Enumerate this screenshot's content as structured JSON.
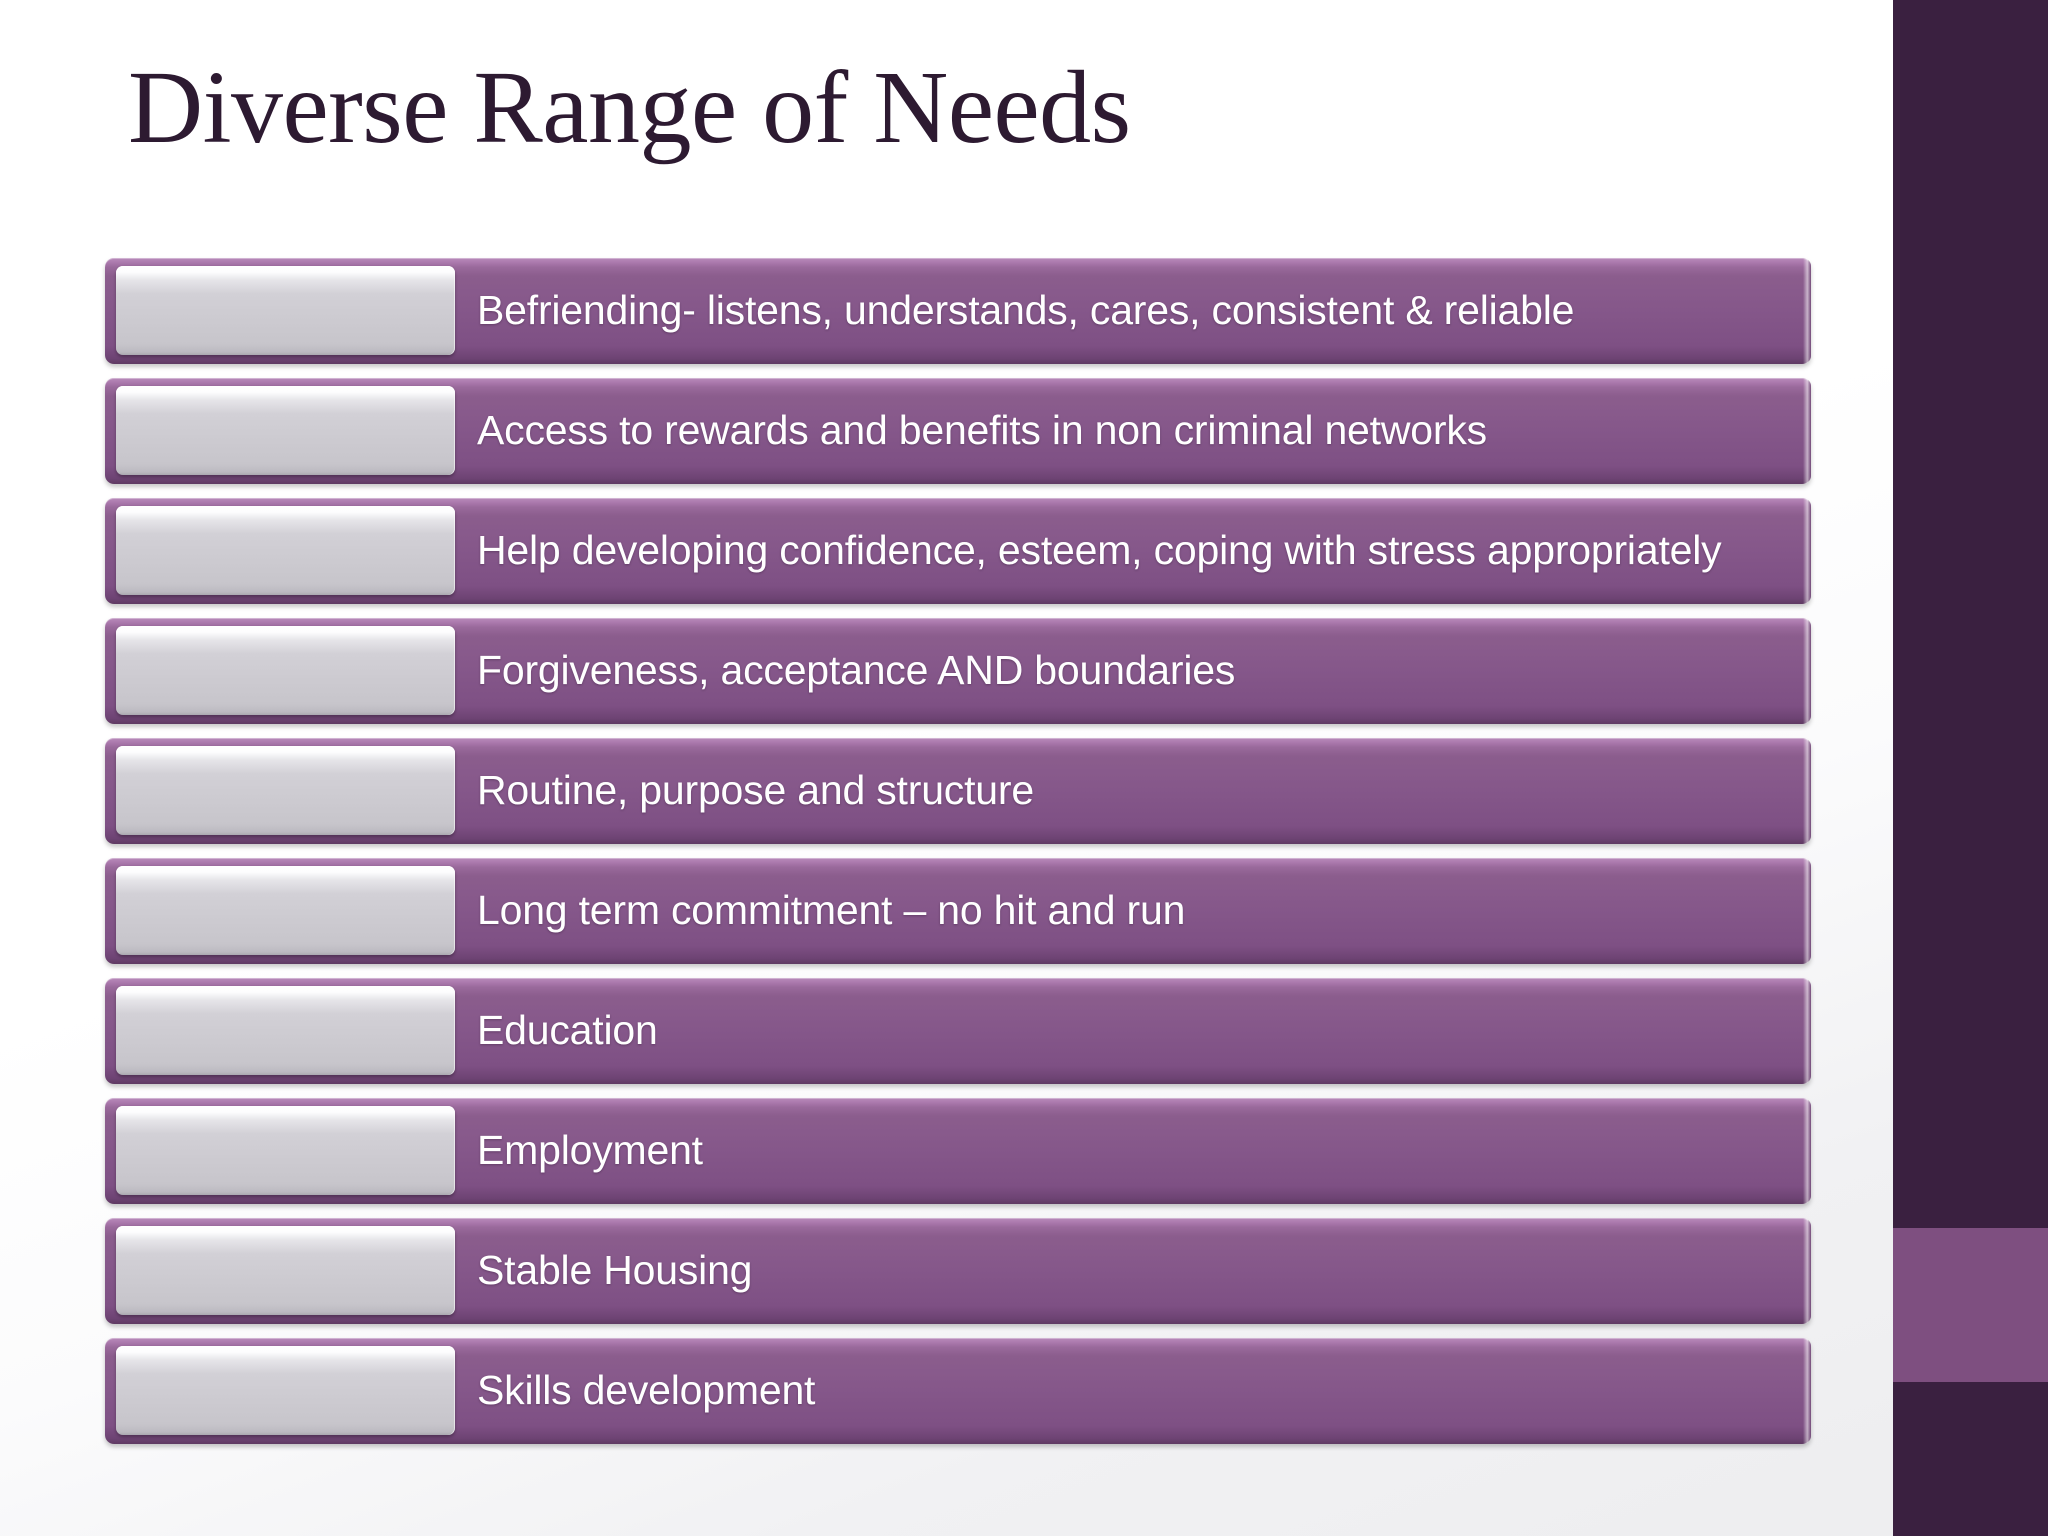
{
  "slide": {
    "title": "Diverse Range of Needs",
    "colors": {
      "title_text": "#2d1a31",
      "bar_fill": "#85578a",
      "bar_highlight": "#b98bbb",
      "bar_shadow": "#5f3a63",
      "chip_fill": "#cbc9cf",
      "chip_highlight": "#ffffff",
      "label_text": "#ffffff",
      "sidebar_dark": "#3a2040",
      "sidebar_accent": "#7e4f80",
      "background": "#ffffff"
    },
    "items": [
      {
        "label": "Befriending- listens, understands, cares, consistent & reliable"
      },
      {
        "label": "Access to rewards and benefits in non criminal networks"
      },
      {
        "label": "Help developing confidence, esteem, coping with stress appropriately"
      },
      {
        "label": "Forgiveness, acceptance AND boundaries"
      },
      {
        "label": "Routine, purpose and structure"
      },
      {
        "label": "Long term commitment – no hit and run"
      },
      {
        "label": "Education"
      },
      {
        "label": "Employment"
      },
      {
        "label": "Stable Housing"
      },
      {
        "label": "Skills development"
      }
    ]
  }
}
